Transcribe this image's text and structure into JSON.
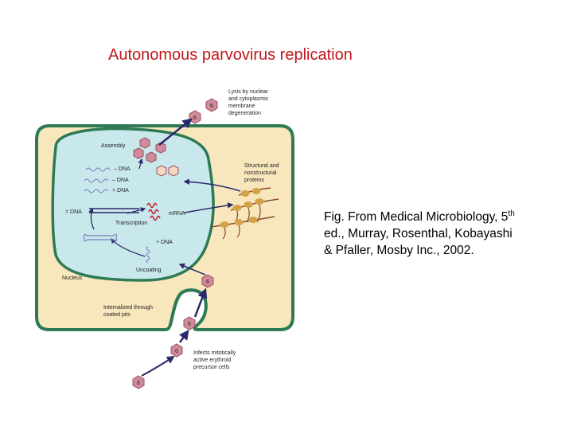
{
  "slide": {
    "title": "Autonomous parvovirus replication"
  },
  "caption": {
    "line1_pre": "Fig. From Medical Microbiology, 5",
    "line1_sup": "th",
    "line2": "ed., Murray, Rosenthal, Kobayashi",
    "line3": "& Pfaller, Mosby Inc., 2002."
  },
  "diagram": {
    "labels": {
      "lysis_1": "Lysis by nuclear",
      "lysis_2": "and cytoplasmic",
      "lysis_3": "membrane",
      "lysis_4": "degeneration",
      "assembly": "Assembly",
      "minus_dna_1": "– DNA",
      "minus_dna_2": "– DNA",
      "plus_dna_1": "+ DNA",
      "structural_1": "Structural and",
      "structural_2": "nonstructural",
      "structural_3": "proteins",
      "ds_dna": "= DNA",
      "mrna": "mRNA",
      "transcription": "Transcription",
      "plus_dna_2": "+ DNA",
      "uncoating": "Uncoating",
      "nucleus": "Nucleus",
      "internalized_1": "Internalized through",
      "internalized_2": "coated pits",
      "infects_1": "Infects mitotically",
      "infects_2": "active erythroid",
      "infects_3": "precursor cells"
    },
    "colors": {
      "cytoplasm": "#f8e7bd",
      "nucleus": "#c9e8ec",
      "membrane": "#2e7a55",
      "virion": "#d08a9a",
      "virion_stroke": "#9a4f62",
      "arrow": "#2a2a6a",
      "dna": "#7a7fc0",
      "mrna": "#c0182a",
      "ribosome": "#d4a24a",
      "protein": "#8a4a2a"
    }
  }
}
